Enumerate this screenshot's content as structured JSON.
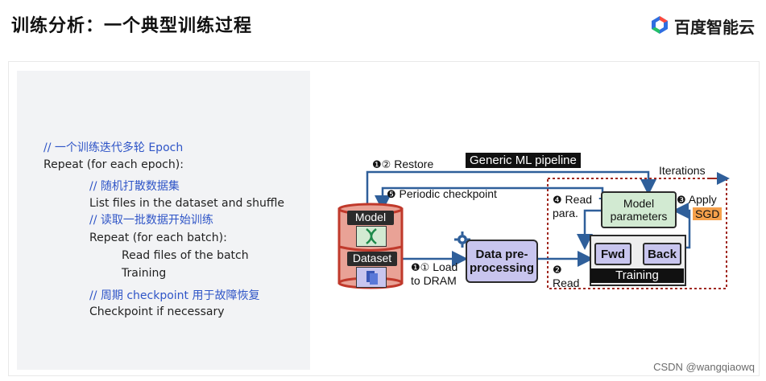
{
  "header": {
    "title": "训练分析：一个典型训练过程",
    "brand": "百度智能云"
  },
  "code": {
    "lines": [
      {
        "text": "// 一个训练迭代多轮 Epoch",
        "type": "comment"
      },
      {
        "text": "Repeat (for each epoch):",
        "type": "text"
      },
      {
        "text": "// 随机打散数据集",
        "type": "comment"
      },
      {
        "text": "List files in the dataset and shuffle",
        "type": "text"
      },
      {
        "text": "// 读取一批数据开始训练",
        "type": "comment"
      },
      {
        "text": "Repeat (for each batch):",
        "type": "text"
      },
      {
        "text": "Read files of the batch",
        "type": "text"
      },
      {
        "text": "Training",
        "type": "text"
      },
      {
        "text": "// 周期 checkpoint 用于故障恢复",
        "type": "comment"
      },
      {
        "text": "Checkpoint if necessary",
        "type": "text"
      }
    ]
  },
  "diagram": {
    "pipeline_label": "Generic ML pipeline",
    "restore_label": "Restore",
    "periodic_label": "Periodic checkpoint",
    "iterations_label": "Iterations",
    "model_db_label": "Model",
    "dataset_db_label": "Dataset",
    "load_label_1": "Load",
    "load_label_2": "to DRAM",
    "preproc_label_1": "Data pre-",
    "preproc_label_2": "processing",
    "read_label": "Read",
    "read_para_1": "Read",
    "read_para_2": "para.",
    "model_params_1": "Model",
    "model_params_2": "parameters",
    "apply_label": "Apply",
    "sgd_label": "SGD",
    "fwd_label": "Fwd",
    "back_label": "Back",
    "training_label": "Training",
    "step_restore": "❶②",
    "step_load": "❶①",
    "step_read": "❷",
    "step_apply": "❸",
    "step_read_para": "❹",
    "step_checkpoint": "❺",
    "colors": {
      "db_red": "#c0392b",
      "db_fill": "#e9a296",
      "purple": "#c8c5ee",
      "green": "#d2ead2",
      "arrow": "#2f5f9a",
      "dotted": "#a0281f",
      "sgd_bg": "#f5a04b"
    }
  },
  "watermark": "CSDN @wangqiaowq"
}
